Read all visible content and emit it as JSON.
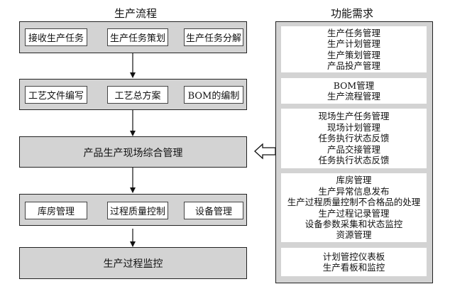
{
  "left_title": "生产流程",
  "right_title": "功能需求",
  "stage1": {
    "steps": [
      "接收生产任务",
      "生产任务策划",
      "生产任务分解"
    ]
  },
  "stage2": {
    "steps": [
      "工艺文件编写",
      "工艺总方案",
      "BOM的编制"
    ]
  },
  "stage3": {
    "label": "产品生产现场综合管理"
  },
  "stage4": {
    "steps": [
      "库房管理",
      "过程质量控制",
      "设备管理"
    ]
  },
  "stage5": {
    "label": "生产过程监控"
  },
  "requirements": [
    [
      "生产任务管理",
      "生产计划管理",
      "生产策划管理",
      "产品投产管理"
    ],
    [
      "BOM管理",
      "生产流程管理"
    ],
    [
      "现场生产任务管理",
      "现场计划管理",
      "任务执行状态反馈",
      "产品交接管理",
      "任务执行状态反馈"
    ],
    [
      "库房管理",
      "生产异常信息发布",
      "生产过程质量控制不合格品的处理",
      "生产过程记录管理",
      "设备参数采集和状态监控",
      "资源管理"
    ],
    [
      "计划管控仪表板",
      "生产看板和监控"
    ]
  ]
}
